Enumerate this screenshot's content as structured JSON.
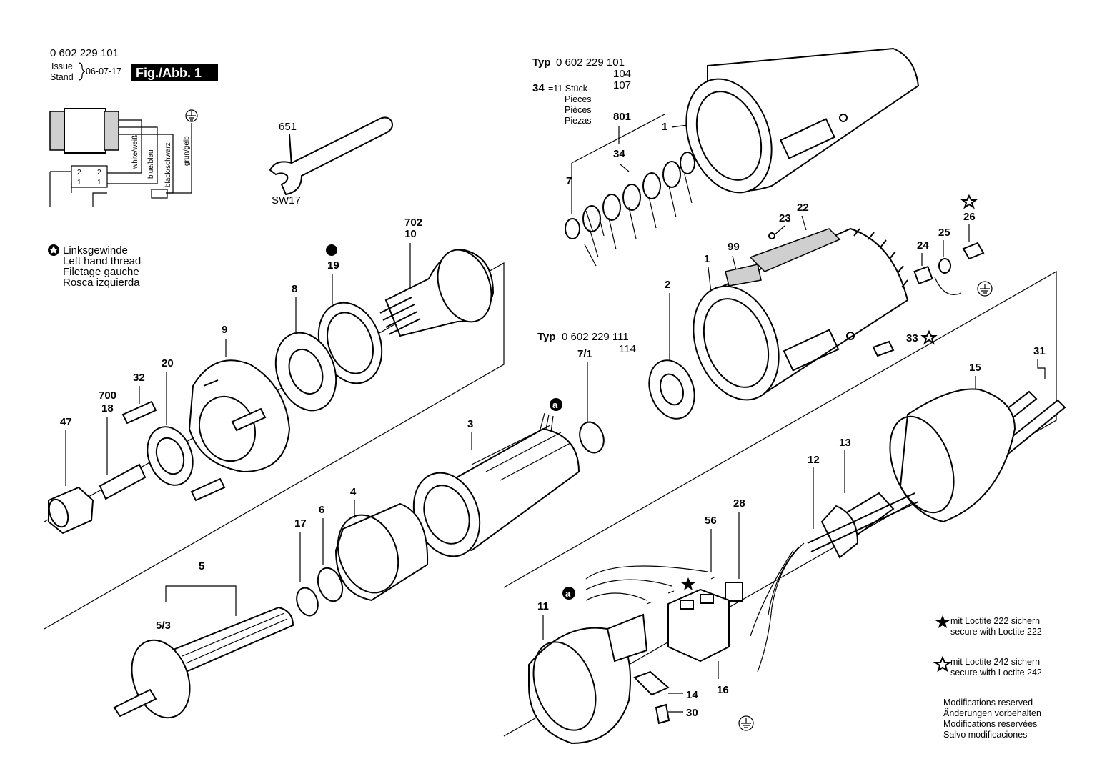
{
  "header": {
    "part_number": "0 602 229 101",
    "issue_label": "Issue",
    "stand_label": "Stand",
    "issue_date": "06-07-17",
    "figure_label": "Fig./Abb. 1"
  },
  "wiring": {
    "wires": [
      "white/weiß",
      "blue/blau",
      "black/schwarz",
      "grün/gelb"
    ],
    "terminals": [
      "2",
      "2",
      "1",
      "1"
    ]
  },
  "legend_left": {
    "icon": "left-hand-thread-icon",
    "lines": [
      "Linksgewinde",
      "Left hand thread",
      "Filetage gauche",
      "Rosca izquierda"
    ]
  },
  "type_block_1": {
    "typ_label": "Typ",
    "types": [
      "0 602 229 101",
      "104",
      "107"
    ]
  },
  "pieces_note": {
    "ref": "34",
    "count": "=11 Stück",
    "lines": [
      "Pieces",
      "Pièces",
      "Piezas"
    ]
  },
  "type_block_2": {
    "typ_label": "Typ",
    "types": [
      "0 602 229 111",
      "114"
    ]
  },
  "wrench": {
    "ref": "651",
    "size": "SW17"
  },
  "callouts": {
    "c1a": "1",
    "c1b": "1",
    "c2": "2",
    "c3": "3",
    "c4": "4",
    "c5": "5",
    "c53": "5/3",
    "c6": "6",
    "c7": "7",
    "c71": "7/1",
    "c8": "8",
    "c9": "9",
    "c10": "10",
    "c11": "11",
    "c12": "12",
    "c13": "13",
    "c14": "14",
    "c15": "15",
    "c16": "16",
    "c17": "17",
    "c18": "18",
    "c19": "19",
    "c20": "20",
    "c22": "22",
    "c23": "23",
    "c24": "24",
    "c25": "25",
    "c26": "26",
    "c28": "28",
    "c30": "30",
    "c31": "31",
    "c32": "32",
    "c33": "33",
    "c34": "34",
    "c47": "47",
    "c56": "56",
    "c99": "99",
    "c700": "700",
    "c702": "702",
    "c801": "801",
    "ca1": "a",
    "ca2": "a"
  },
  "notes_right": {
    "loctite_222": [
      "mit Loctite 222 sichern",
      "secure with Loctite 222"
    ],
    "loctite_242": [
      "mit Loctite 242 sichern",
      "secure with Loctite 242"
    ],
    "modifications": [
      "Modifications reserved",
      "Änderungen vorbehalten",
      "Modifications reservées",
      "Salvo modificaciones"
    ]
  }
}
